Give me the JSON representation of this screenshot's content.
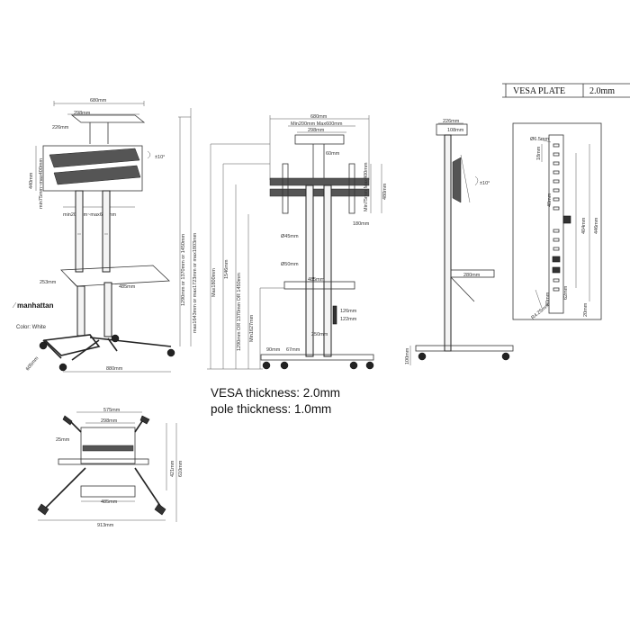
{
  "top_right_label": {
    "name": "VESA PLATE",
    "value": "2.0mm"
  },
  "notes": {
    "vesa_thickness": "VESA thickness: 2.0mm",
    "pole_thickness": "pole thickness: 1.0mm"
  },
  "brand": {
    "logo": "manhattan",
    "color_label": "Color: White"
  },
  "view1": {
    "width_top": "680mm",
    "tray_width": "298mm",
    "tray_depth": "226mm",
    "height_440": "440mm",
    "vesa_vertical": "min75mm~max400mm",
    "tilt": "±10°",
    "vesa_horizontal": "min200mm~max600mm",
    "shelf_depth": "253mm",
    "shelf_width": "485mm",
    "base_depth": "605mm",
    "base_width": "880mm",
    "height_a": "1290mm or 1370mm or 1450mm",
    "height_b": "max1643mm or max1723mm or max1803mm"
  },
  "view2": {
    "width_top": "680mm",
    "vesa_range": "Min200mm Max600mm",
    "tray_width": "298mm",
    "tray_height": "60mm",
    "vesa_vertical": "Min75mm Max400mm",
    "height_480": "480mm",
    "offset_180": "180mm",
    "pole_outer": "Ø45mm",
    "pole_inner": "Ø50mm",
    "shelf_width": "485mm",
    "step_126": "126mm",
    "step_122": "122mm",
    "lower_250": "250mm",
    "wheel_90": "90mm",
    "base_67": "67mm",
    "dim_max": "Max1800mm",
    "dim_1546": "1546mm",
    "dim_heights": "1290mm OR 1370mm OR 1450mm",
    "dim_min": "Min1627mm"
  },
  "view3": {
    "top_226": "226mm",
    "top_108": "108mm",
    "tilt": "±10°",
    "shelf_depth": "280mm",
    "wheel_height": "100mm"
  },
  "view4": {
    "hole": "Ø6.5mm",
    "d18": "18mm",
    "d40": "40mm",
    "d404": "404mm",
    "d446": "446mm",
    "d40b": "40mm",
    "d62": "62mm",
    "d20": "20mm",
    "diag": "R4.25mm"
  },
  "view5": {
    "w575": "575mm",
    "w298": "298mm",
    "d25": "25mm",
    "h421": "421mm",
    "h610": "610mm",
    "w485": "485mm",
    "w913": "913mm"
  }
}
